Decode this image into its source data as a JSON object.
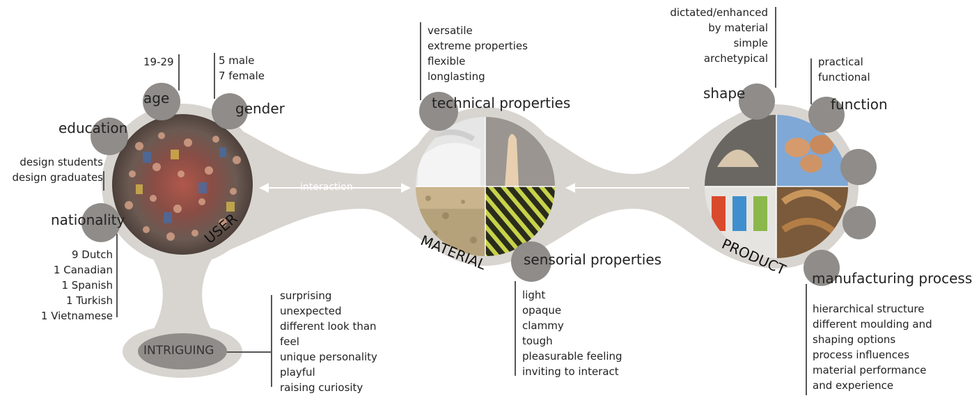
{
  "user": {
    "label": "USER",
    "age": {
      "label": "age",
      "value": "19-29"
    },
    "gender": {
      "label": "gender",
      "values": [
        "5 male",
        "7 female"
      ]
    },
    "education": {
      "label": "education",
      "values": [
        "design students",
        "design graduates"
      ]
    },
    "nationality": {
      "label": "nationality",
      "values": [
        "9 Dutch",
        "1 Canadian",
        "1 Spanish",
        "1 Turkish",
        "1 Vietnamese"
      ]
    }
  },
  "interaction_label": "interaction",
  "intriguing": {
    "label": "INTRIGUING",
    "values": [
      "surprising",
      "unexpected",
      "different look than",
      "feel",
      "unique personality",
      "playful",
      "raising curiosity"
    ]
  },
  "material": {
    "label": "MATERIAL",
    "technical": {
      "label": "technical properties",
      "values": [
        "versatile",
        "extreme properties",
        "flexible",
        "longlasting"
      ]
    },
    "sensorial": {
      "label": "sensorial properties",
      "values": [
        "light",
        "opaque",
        "clammy",
        "tough",
        "pleasurable feeling",
        "inviting to interact"
      ]
    }
  },
  "product": {
    "label": "PRODUCT",
    "shape": {
      "label": "shape",
      "values": [
        "dictated/enhanced",
        "by material",
        "simple",
        "archetypical"
      ]
    },
    "function": {
      "label": "function",
      "values": [
        "practical",
        "functional"
      ]
    },
    "manufacturing": {
      "label": "manufacturing process",
      "values": [
        "hierarchical structure",
        "different moulding and",
        "shaping options",
        "process influences",
        "material performance",
        "and experience"
      ]
    }
  },
  "colors": {
    "blob": "#d8d5d0",
    "node": "#8f8c89",
    "line": "#555555"
  }
}
